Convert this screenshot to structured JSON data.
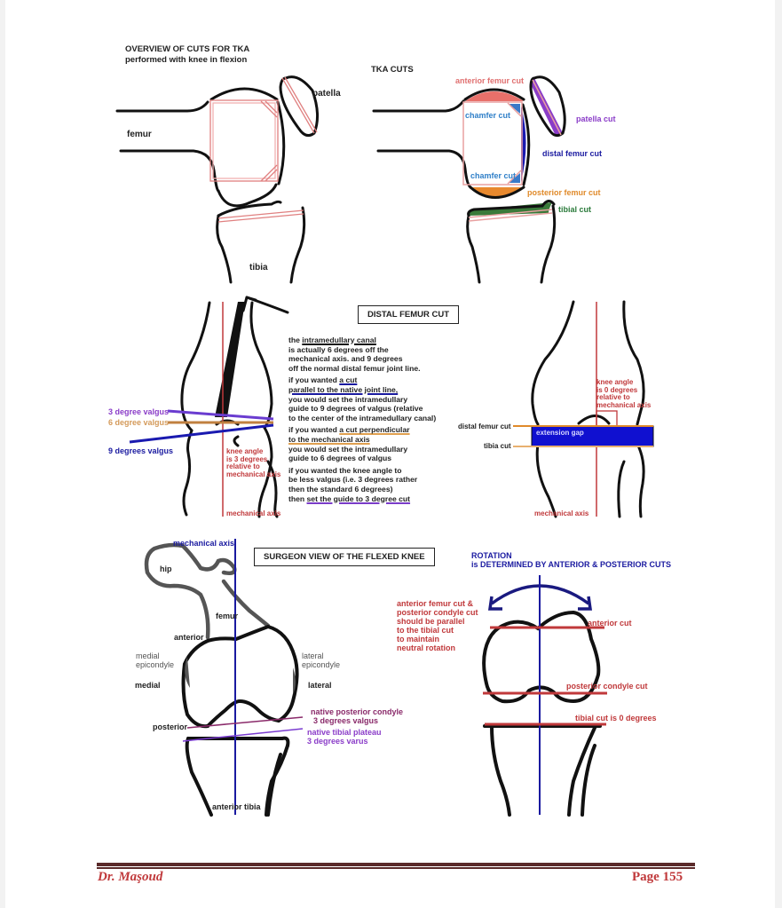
{
  "panels": {
    "overview": {
      "title_line1": "OVERVIEW OF CUTS FOR TKA",
      "title_line2": "performed with knee in flexion",
      "labels": {
        "patella": "patella",
        "femur": "femur",
        "tibia": "tibia"
      }
    },
    "tka_cuts": {
      "title": "TKA CUTS",
      "labels": {
        "anterior_femur_cut": "anterior femur cut",
        "chamfer_cut_top": "chamfer cut",
        "patella_cut": "patella cut",
        "distal_femur_cut": "distal femur cut",
        "chamfer_cut_bottom": "chamfer cut",
        "posterior_femur_cut": "posterior femur cut",
        "tibial_cut": "tibial cut"
      }
    },
    "distal_femur": {
      "title": "DISTAL FEMUR CUT",
      "left_labels": {
        "valgus_3": "3 degree valgus",
        "valgus_6": "6 degree valgus",
        "valgus_9": "9 degrees valgus",
        "knee_angle": [
          "knee angle",
          "is 3 degrees",
          "relative to",
          "mechanical axis"
        ],
        "mechanical_axis": "mechanical axis"
      },
      "text": {
        "p1": {
          "pre": "the ",
          "u": "intramedullary canal",
          "rest": [
            "is actually 6 degrees off the",
            "mechanical axis.  and 9 degrees",
            "off the normal distal femur joint line."
          ]
        },
        "p2": {
          "l1_pre": "if you wanted ",
          "l1_u": "a cut",
          "l2_u": "parallel to the native joint line,",
          "rest": [
            "you would set the intramedullary",
            "guide to 9 degrees of valgus (relative",
            "to the center of the intramedullary canal)"
          ]
        },
        "p3": {
          "l1_pre": "if you wanted ",
          "l1_u": "a cut perpendicular",
          "l2_u": "to the mechanical axis",
          "rest": [
            "you would set the intramedullary",
            "guide to 6 degrees of valgus"
          ]
        },
        "p4": {
          "lines": [
            "if you wanted the knee angle to",
            "be less valgus (i.e. 3 degrees rather",
            "then the standard 6 degrees)"
          ],
          "last_pre": "then ",
          "last_u": "set the guide to 3 degree cut"
        }
      },
      "right_labels": {
        "knee_angle": [
          "knee angle",
          "is 0 degrees",
          "relative to",
          "mechanical axis"
        ],
        "distal_femur_cut": "distal femur cut",
        "tibia_cut": "tibia cut",
        "extension_gap": "extension gap",
        "mechanical_axis": "mechanical axis"
      }
    },
    "surgeon_view": {
      "title": "SURGEON VIEW OF THE FLEXED KNEE",
      "labels": {
        "mechanical_axis": "mechanical axis",
        "hip": "hip",
        "femur": "femur",
        "anterior": "anterior",
        "medial_epicondyle": [
          "medial",
          "epicondyle"
        ],
        "lateral_epicondyle": [
          "lateral",
          "epicondyle"
        ],
        "medial": "medial",
        "lateral": "lateral",
        "native_posterior_condyle": [
          "native posterior condyle",
          "3 degrees valgus"
        ],
        "posterior": "posterior",
        "native_tibial_plateau": [
          "native tibial plateau",
          "3 degrees varus"
        ],
        "anterior_tibia": "anterior tibia"
      }
    },
    "rotation": {
      "title_line1": "ROTATION",
      "title_line2": "is DETERMINED BY ANTERIOR & POSTERIOR CUTS",
      "note": [
        "anterior femur cut &",
        "posterior condyle cut",
        "should be parallel",
        "to the tibial cut",
        "to maintain",
        "neutral rotation"
      ],
      "labels": {
        "anterior_cut": "anterior cut",
        "posterior_condyle_cut": "posterior condyle cut",
        "tibial_cut": "tibial cut is 0 degrees"
      }
    }
  },
  "footer": {
    "author": "Dr. Maşoud",
    "page": "Page 155"
  },
  "colors": {
    "cut_red": "#c0393b",
    "axis_blue": "#1a1aa0",
    "footer_rule": "#5a2a2a",
    "pink_cut": "#e88a8a",
    "orange_fill": "#e8892e",
    "green_fill": "#3a7a3a"
  }
}
